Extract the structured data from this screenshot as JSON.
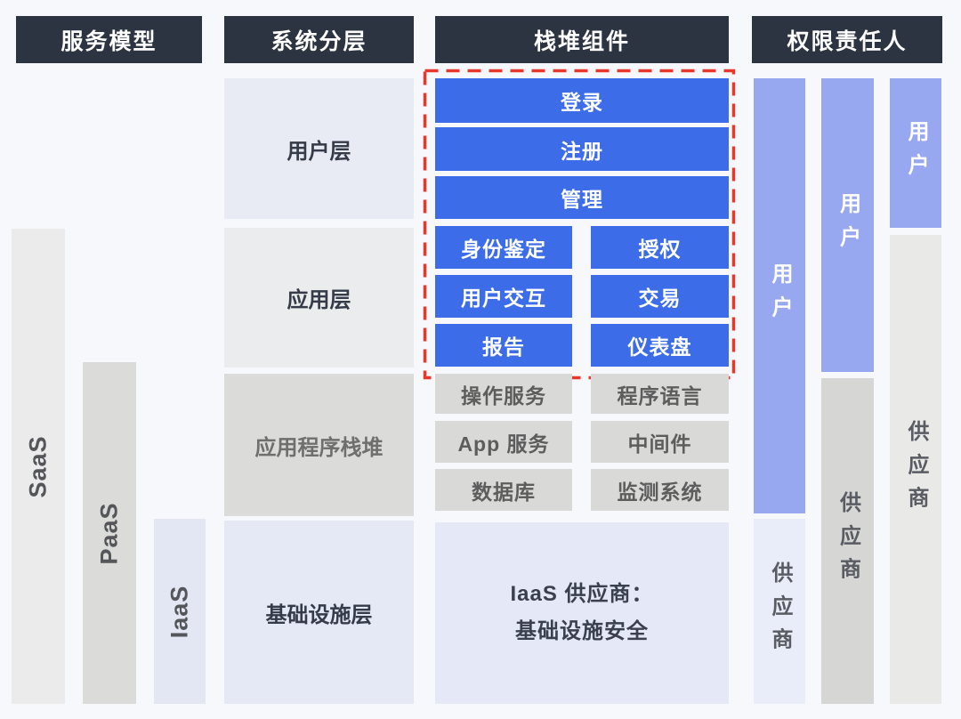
{
  "headers": [
    "服务模型",
    "系统分层",
    "栈堆组件",
    "权限责任人"
  ],
  "service_models": [
    "SaaS",
    "PaaS",
    "IaaS"
  ],
  "layers": [
    "用户层",
    "应用层",
    "应用程序栈堆",
    "基础设施层"
  ],
  "stack": {
    "user_rows": [
      "登录",
      "注册",
      "管理"
    ],
    "app_components": [
      "身份鉴定",
      "授权",
      "用户交互",
      "交易",
      "报告",
      "仪表盘"
    ],
    "infra_components": [
      "操作服务",
      "程序语言",
      "App 服务",
      "中间件",
      "数据库",
      "监测系统"
    ],
    "iaas_box": {
      "line1": "IaaS 供应商：",
      "line2": "基础设施安全"
    }
  },
  "owners": {
    "columns": [
      {
        "user": "用户",
        "provider": "供应商"
      },
      {
        "user": "用户",
        "provider": "供应商"
      },
      {
        "user": "用户",
        "provider": "供应商"
      }
    ]
  },
  "colors": {
    "header_bg": "#2c3341",
    "accent_blue": "#3c6ce8",
    "user_bar_blue": "#97a7f0",
    "danger_dashed_red": "#e8382c"
  }
}
